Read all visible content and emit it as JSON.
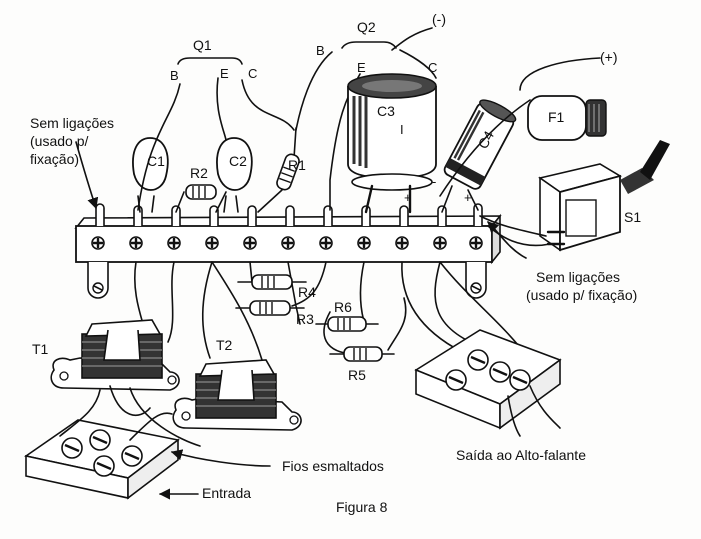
{
  "figure": {
    "caption": "Figura 8"
  },
  "components": {
    "q1": "Q1",
    "q2": "Q2",
    "c1": "C1",
    "c2": "C2",
    "c3": "C3",
    "c4": "C4",
    "r1": "R1",
    "r2": "R2",
    "r3": "R3",
    "r4": "R4",
    "r5": "R5",
    "r6": "R6",
    "f1": "F1",
    "s1": "S1",
    "t1": "T1",
    "t2": "T2"
  },
  "pins": {
    "q1_b": "B",
    "q1_e": "E",
    "q1_c": "C",
    "q2_b": "B",
    "q2_e": "E",
    "q2_c": "C"
  },
  "polarity": {
    "minus_top": "(-)",
    "plus_top": "(+)",
    "c3_plus": "+",
    "c3_mark": "I",
    "c4_minus": "-",
    "c4_plus": "+"
  },
  "annotations": {
    "left_sem": "Sem ligações",
    "left_usado": "(usado p/",
    "left_fixacao": "fixação)",
    "right_sem": "Sem ligações",
    "right_usado": "(usado p/ fixação)",
    "speaker_output": "Saída ao Alto-falante",
    "enameled_wires": "Fios esmaltados",
    "input": "Entrada"
  }
}
